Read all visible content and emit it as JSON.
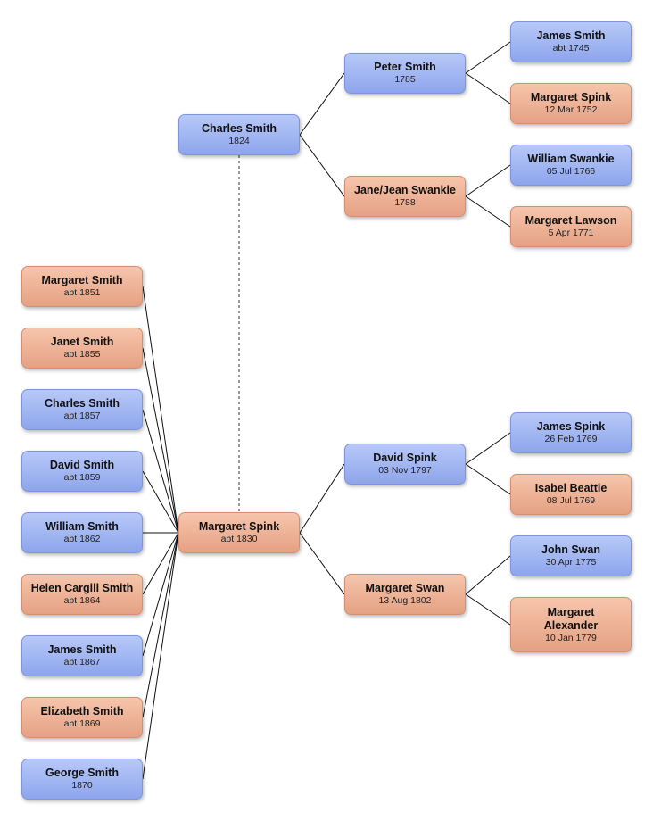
{
  "people": {
    "p_charles": {
      "name": "Charles Smith",
      "date": "1824",
      "sex": "m"
    },
    "p_peter": {
      "name": "Peter Smith",
      "date": "1785",
      "sex": "m"
    },
    "p_jane": {
      "name": "Jane/Jean Swankie",
      "date": "1788",
      "sex": "f"
    },
    "p_james1": {
      "name": "James Smith",
      "date": "abt 1745",
      "sex": "m"
    },
    "p_margsp1": {
      "name": "Margaret Spink",
      "date": "12 Mar 1752",
      "sex": "f"
    },
    "p_william": {
      "name": "William Swankie",
      "date": "05 Jul 1766",
      "sex": "m"
    },
    "p_lawson": {
      "name": "Margaret Lawson",
      "date": "5 Apr 1771",
      "sex": "f"
    },
    "p_margsp2": {
      "name": "Margaret Spink",
      "date": "abt 1830",
      "sex": "f"
    },
    "p_david": {
      "name": "David Spink",
      "date": "03 Nov 1797",
      "sex": "m"
    },
    "p_margswan": {
      "name": "Margaret Swan",
      "date": "13 Aug 1802",
      "sex": "f"
    },
    "p_jamessp": {
      "name": "James Spink",
      "date": "26 Feb 1769",
      "sex": "m"
    },
    "p_isabel": {
      "name": "Isabel Beattie",
      "date": "08 Jul 1769",
      "sex": "f"
    },
    "p_john": {
      "name": "John Swan",
      "date": "30 Apr 1775",
      "sex": "m"
    },
    "p_alex": {
      "name": "Margaret Alexander",
      "date": "10 Jan 1779",
      "sex": "f"
    },
    "c1": {
      "name": "Margaret Smith",
      "date": "abt 1851",
      "sex": "f"
    },
    "c2": {
      "name": "Janet Smith",
      "date": "abt 1855",
      "sex": "f"
    },
    "c3": {
      "name": "Charles Smith",
      "date": "abt 1857",
      "sex": "m"
    },
    "c4": {
      "name": "David Smith",
      "date": "abt 1859",
      "sex": "m"
    },
    "c5": {
      "name": "William Smith",
      "date": "abt 1862",
      "sex": "m"
    },
    "c6": {
      "name": "Helen Cargill Smith",
      "date": "abt 1864",
      "sex": "f"
    },
    "c7": {
      "name": "James Smith",
      "date": "abt 1867",
      "sex": "m"
    },
    "c8": {
      "name": "Elizabeth Smith",
      "date": "abt 1869",
      "sex": "f"
    },
    "c9": {
      "name": "George Smith",
      "date": "1870",
      "sex": "m"
    }
  },
  "colors": {
    "male_fill": "#a2b7f2",
    "female_fill": "#eeb397",
    "line": "#111111",
    "spouse_link": "#555555"
  }
}
